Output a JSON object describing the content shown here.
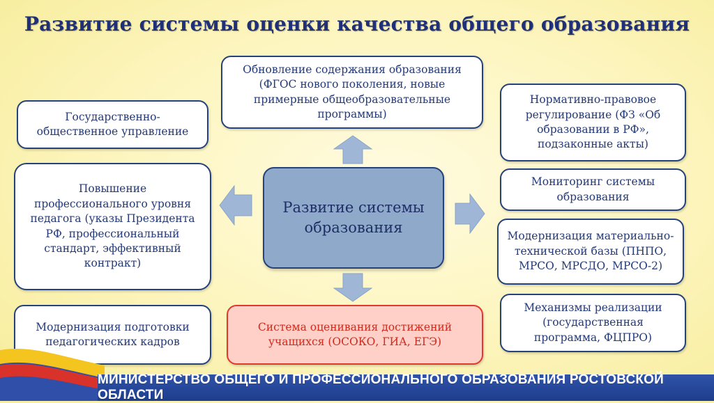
{
  "title": "Развитие системы оценки качества общего образования",
  "center": "Развитие системы образования",
  "boxes": {
    "content_update": "Обновление содержания образования (ФГОС нового поколения, новые примерные общеобразовательные программы)",
    "state_management": "Государственно-общественное управление",
    "teacher_level": "Повышение профессионального уровня педагога (указы Президента РФ, профессиональный стандарт, эффективный контракт)",
    "teacher_training": "Модернизация подготовки педагогических кадров",
    "assessment": "Система оценивания достижений учащихся (ОСОКО, ГИА, ЕГЭ)",
    "regulation": "Нормативно-правовое регулирование (ФЗ «Об образовании в РФ», подзаконные акты)",
    "monitoring": "Мониторинг системы образования",
    "modernization": "Модернизация материально-технической базы (ПНПО, МРСО, МРСДО, МРСО-2)",
    "mechanisms": "Механизмы реализации (государственная программа, ФЦПРО)"
  },
  "footer": "МИНИСТЕРСТВО ОБЩЕГО И ПРОФЕССИОНАЛЬНОГО ОБРАЗОВАНИЯ РОСТОВСКОЙ ОБЛАСТИ",
  "colors": {
    "border": "#25427a",
    "center_fill": "#8ea9c9",
    "arrow_fill": "#9fb6d6",
    "highlight_border": "#e03a2e",
    "highlight_fill": "#ffd0c8",
    "footer_bar": "#1e3d8c"
  }
}
